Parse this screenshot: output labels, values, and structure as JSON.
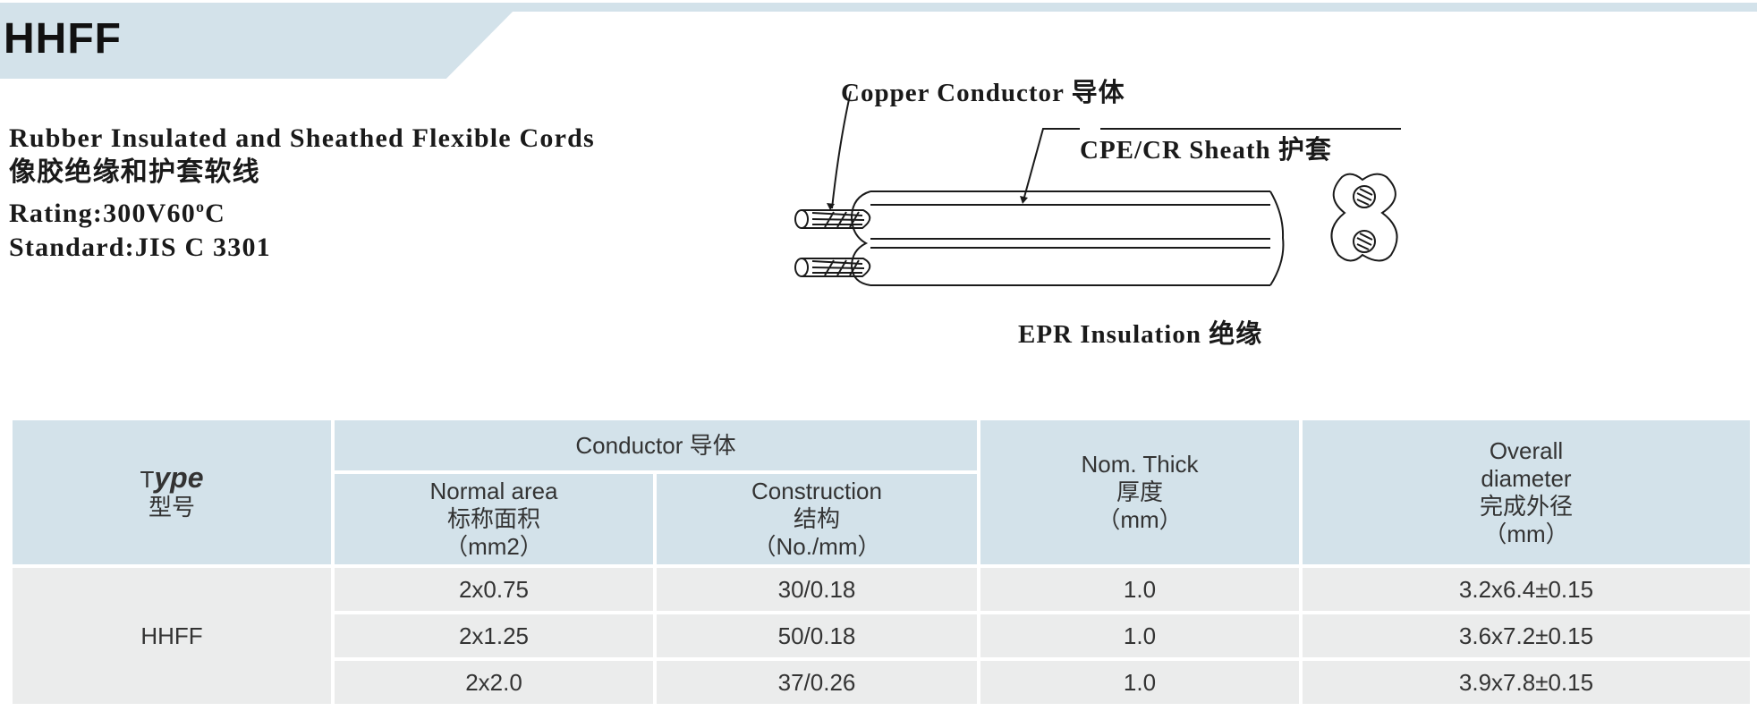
{
  "header": {
    "title": "HHFF"
  },
  "description": {
    "line1": "Rubber Insulated and Sheathed Flexible Cords",
    "line2": "像胶绝缘和护套软线",
    "rating_prefix": "Rating:300V60",
    "rating_sup": "o",
    "rating_suffix": "C",
    "standard": "Standard:JIS C 3301"
  },
  "diagram": {
    "copper_label": "Copper Conductor 导体",
    "sheath_label": "CPE/CR Sheath  护套",
    "insulation_label": "EPR Insulation 绝缘"
  },
  "table": {
    "header": {
      "type_prefix": "T",
      "type_main": "ype",
      "type_cn": "型号",
      "conductor": "Conductor 导体",
      "normal_area_en": "Normal area",
      "normal_area_cn": "标称面积",
      "normal_area_unit": "（mm2）",
      "construction_en": "Construction",
      "construction_cn": "结构",
      "construction_unit": "（No./mm）",
      "thick_en": "Nom. Thick",
      "thick_cn": "厚度",
      "thick_unit": "（mm）",
      "overall_en1": "Overall",
      "overall_en2": "diameter",
      "overall_cn": "完成外径",
      "overall_unit": "（mm）"
    },
    "type_value": "HHFF",
    "rows": [
      {
        "area": "2x0.75",
        "construction": "30/0.18",
        "thick": "1.0",
        "diameter": "3.2x6.4±0.15"
      },
      {
        "area": "2x1.25",
        "construction": "50/0.18",
        "thick": "1.0",
        "diameter": "3.6x7.2±0.15"
      },
      {
        "area": "2x2.0",
        "construction": "37/0.26",
        "thick": "1.0",
        "diameter": "3.9x7.8±0.15"
      }
    ]
  }
}
